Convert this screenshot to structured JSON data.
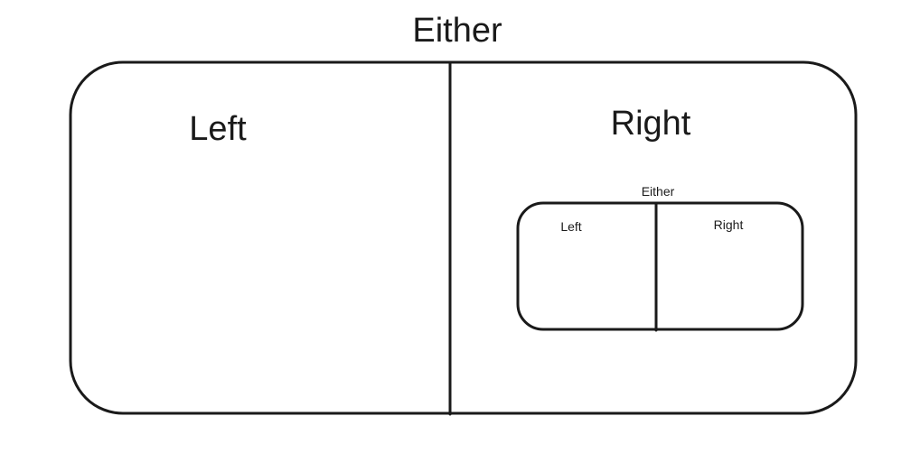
{
  "outer": {
    "title": "Either",
    "left_label": "Left",
    "right_label": "Right"
  },
  "inner": {
    "title": "Either",
    "left_label": "Left",
    "right_label": "Right"
  }
}
